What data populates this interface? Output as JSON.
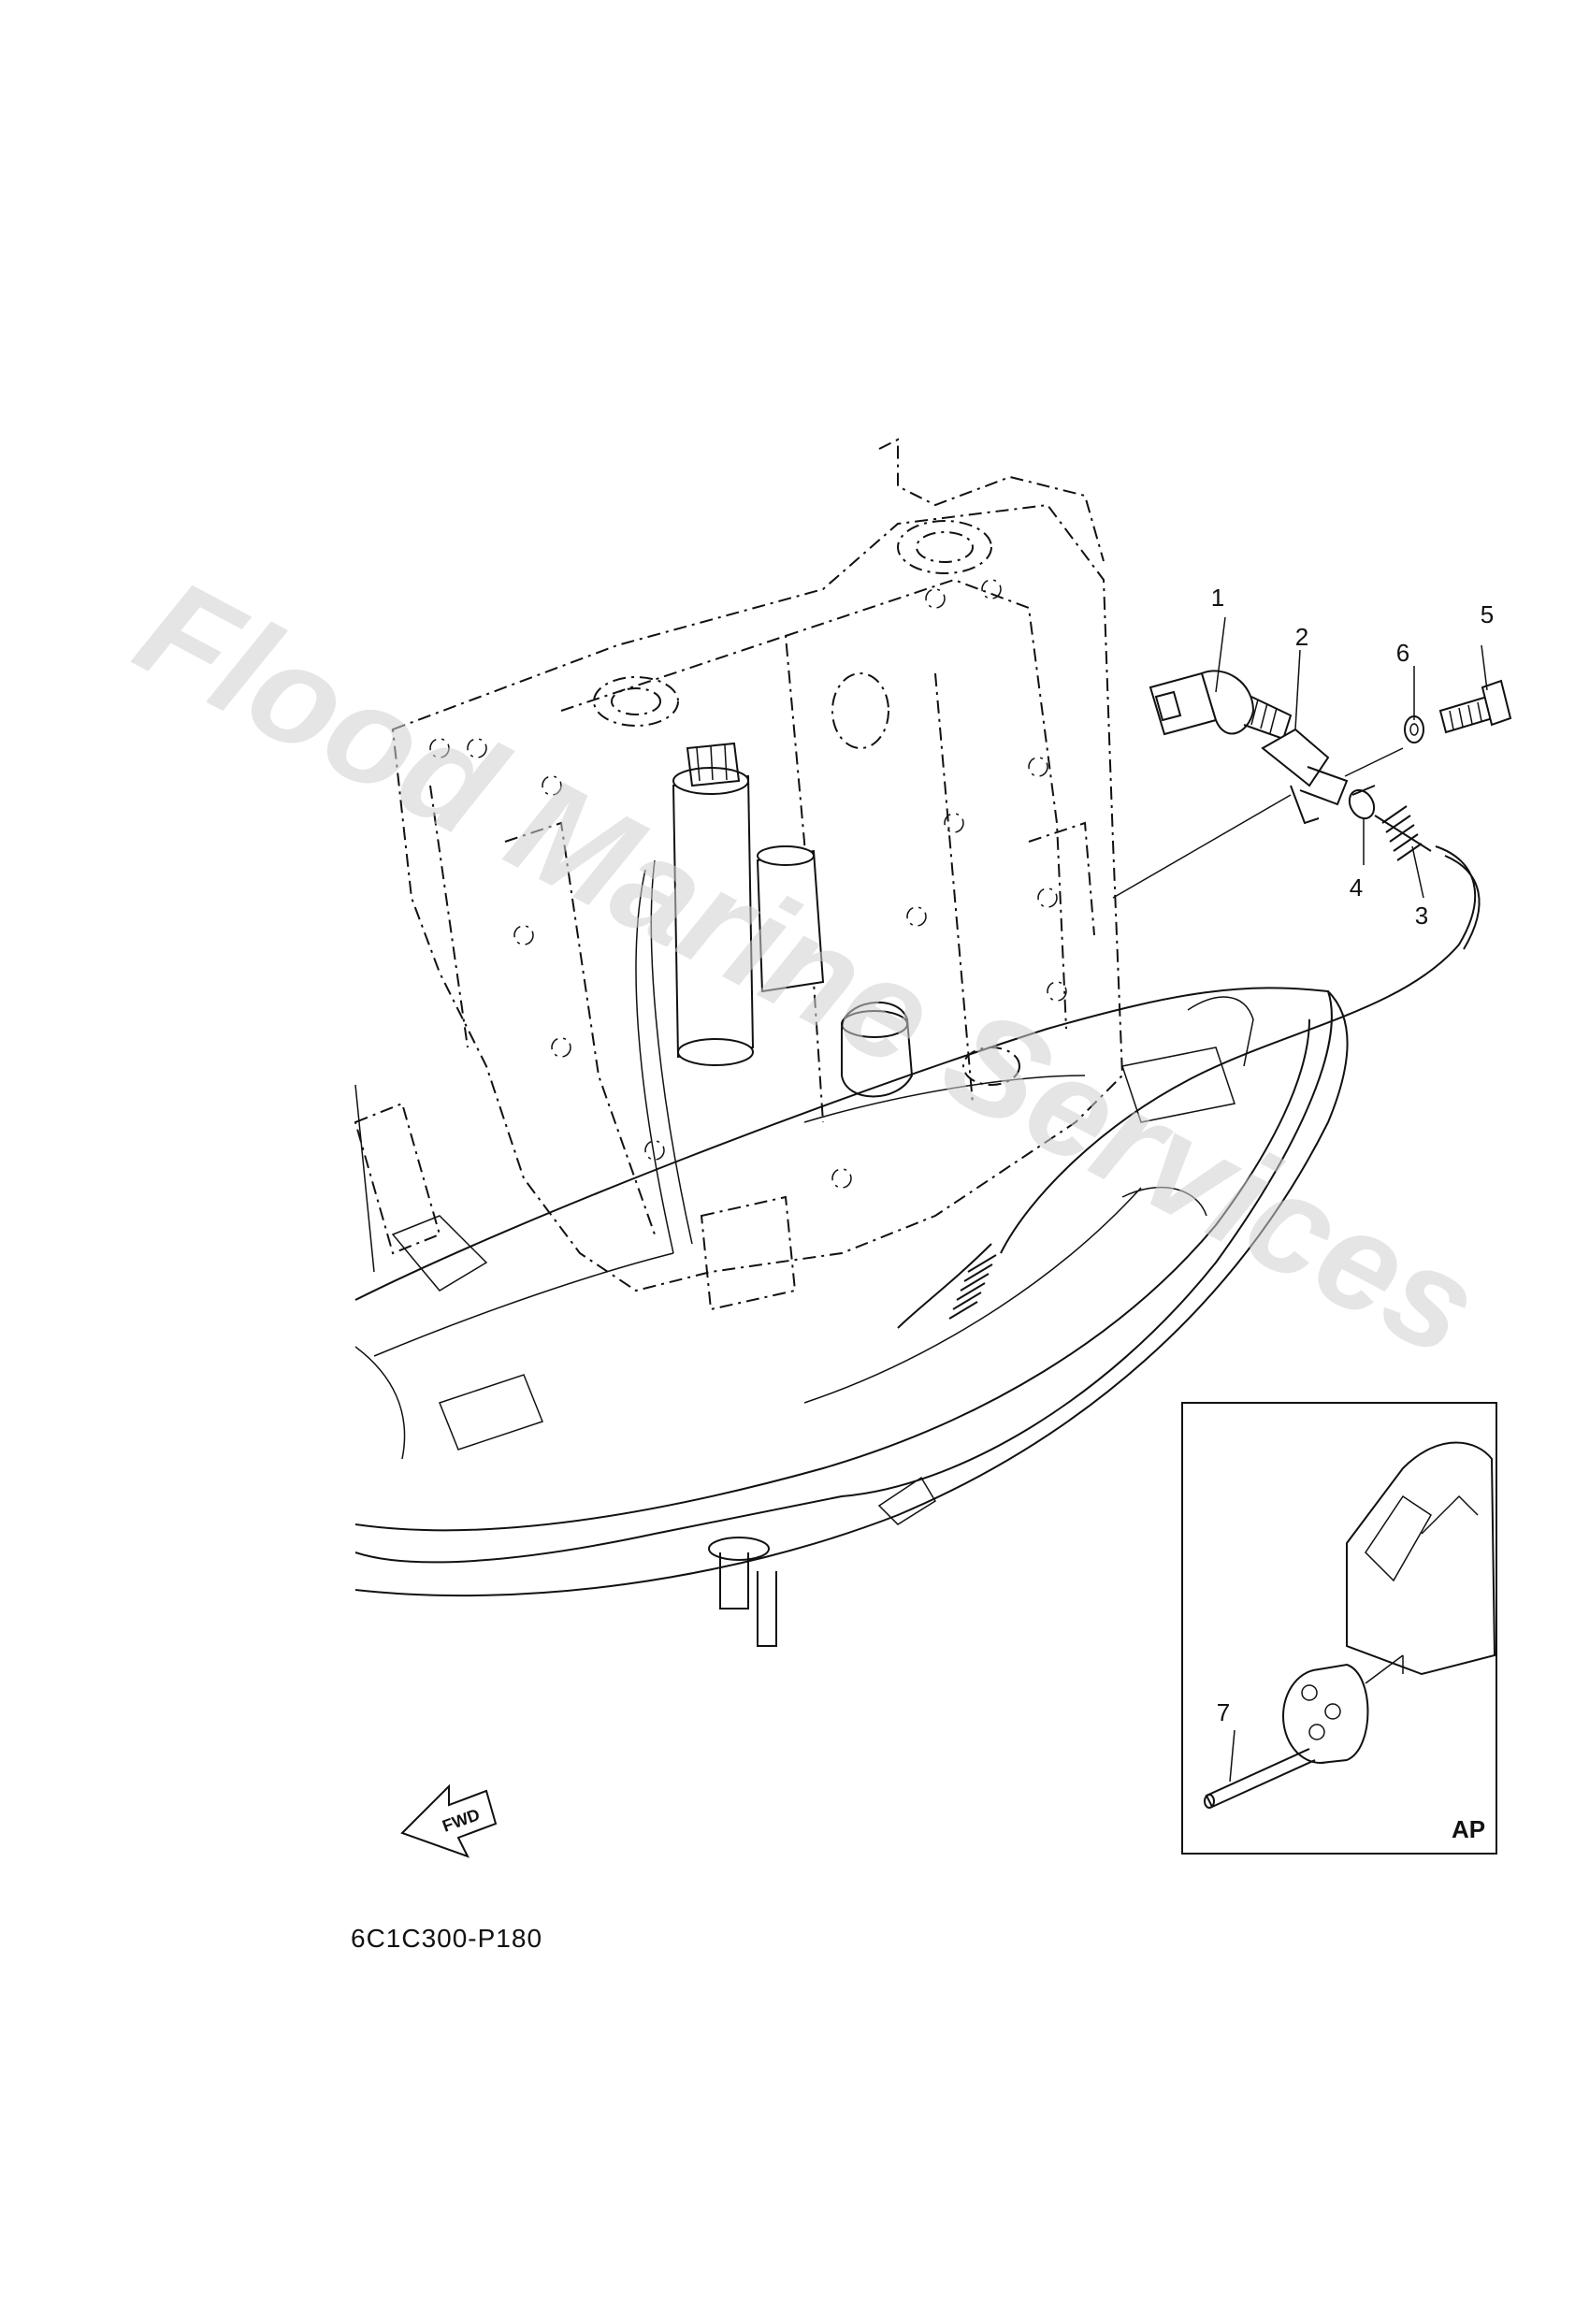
{
  "diagram": {
    "drawing_code": "6C1C300-P180",
    "watermark": "Flood Marine Services",
    "direction_label": "FWD",
    "inset_label": "AP",
    "callouts": [
      {
        "id": "1",
        "label": "1"
      },
      {
        "id": "2",
        "label": "2"
      },
      {
        "id": "3",
        "label": "3"
      },
      {
        "id": "4",
        "label": "4"
      },
      {
        "id": "5",
        "label": "5"
      },
      {
        "id": "6",
        "label": "6"
      },
      {
        "id": "7",
        "label": "7"
      }
    ]
  }
}
